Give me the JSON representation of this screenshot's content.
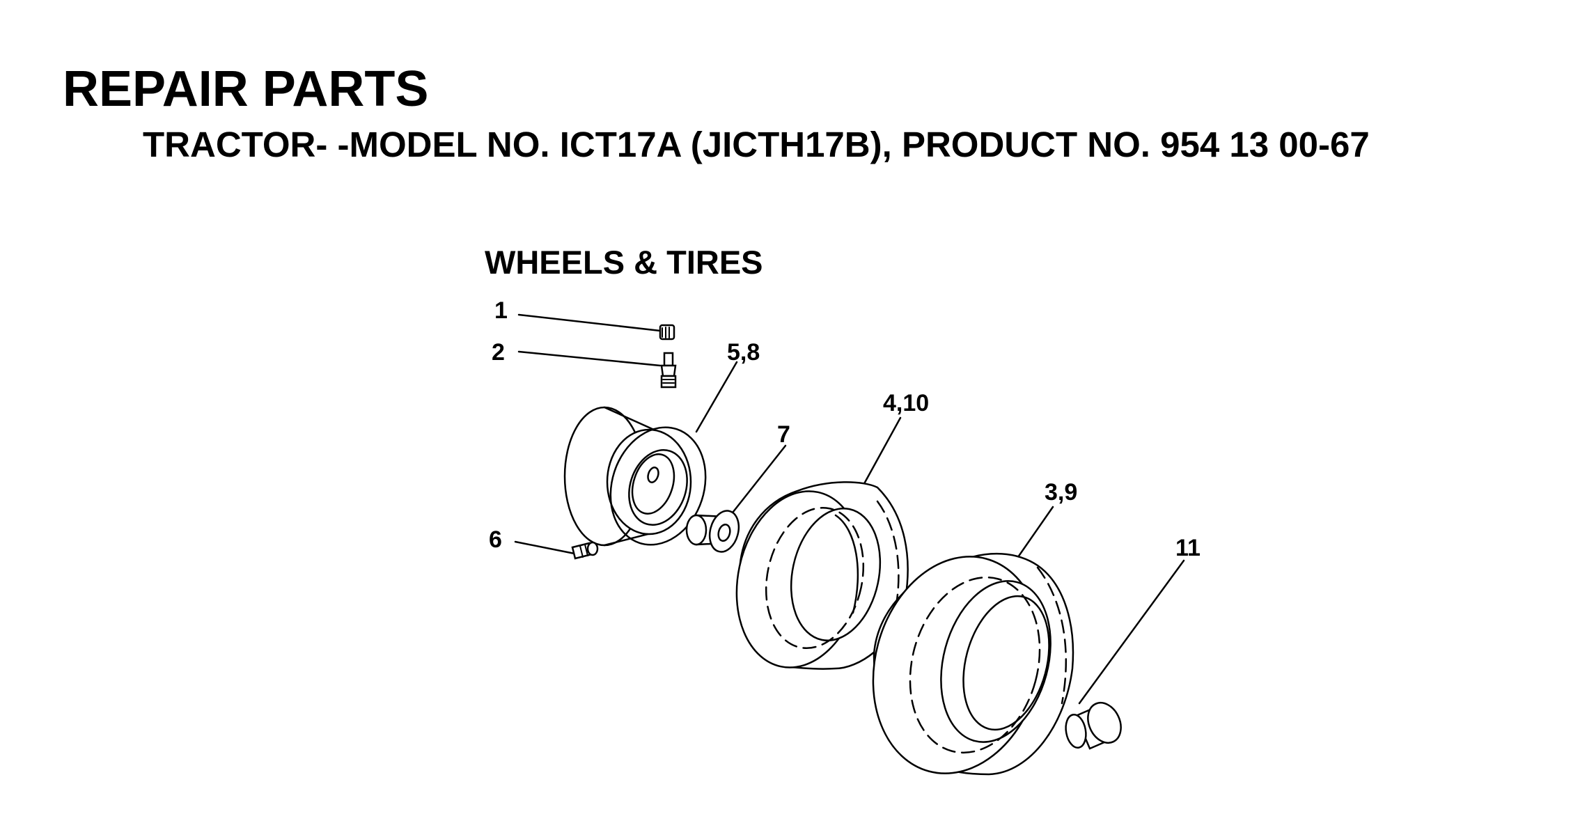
{
  "header": {
    "title": "REPAIR PARTS",
    "subtitle": "TRACTOR- -MODEL NO. ICT17A (JICTH17B), PRODUCT NO. 954 13 00-67"
  },
  "section": {
    "title": "WHEELS & TIRES"
  },
  "callouts": [
    {
      "id": "c1",
      "label": "1"
    },
    {
      "id": "c2",
      "label": "2"
    },
    {
      "id": "c58",
      "label": "5,8"
    },
    {
      "id": "c410",
      "label": "4,10"
    },
    {
      "id": "c7",
      "label": "7"
    },
    {
      "id": "c39",
      "label": "3,9"
    },
    {
      "id": "c6",
      "label": "6"
    },
    {
      "id": "c11",
      "label": "11"
    }
  ]
}
